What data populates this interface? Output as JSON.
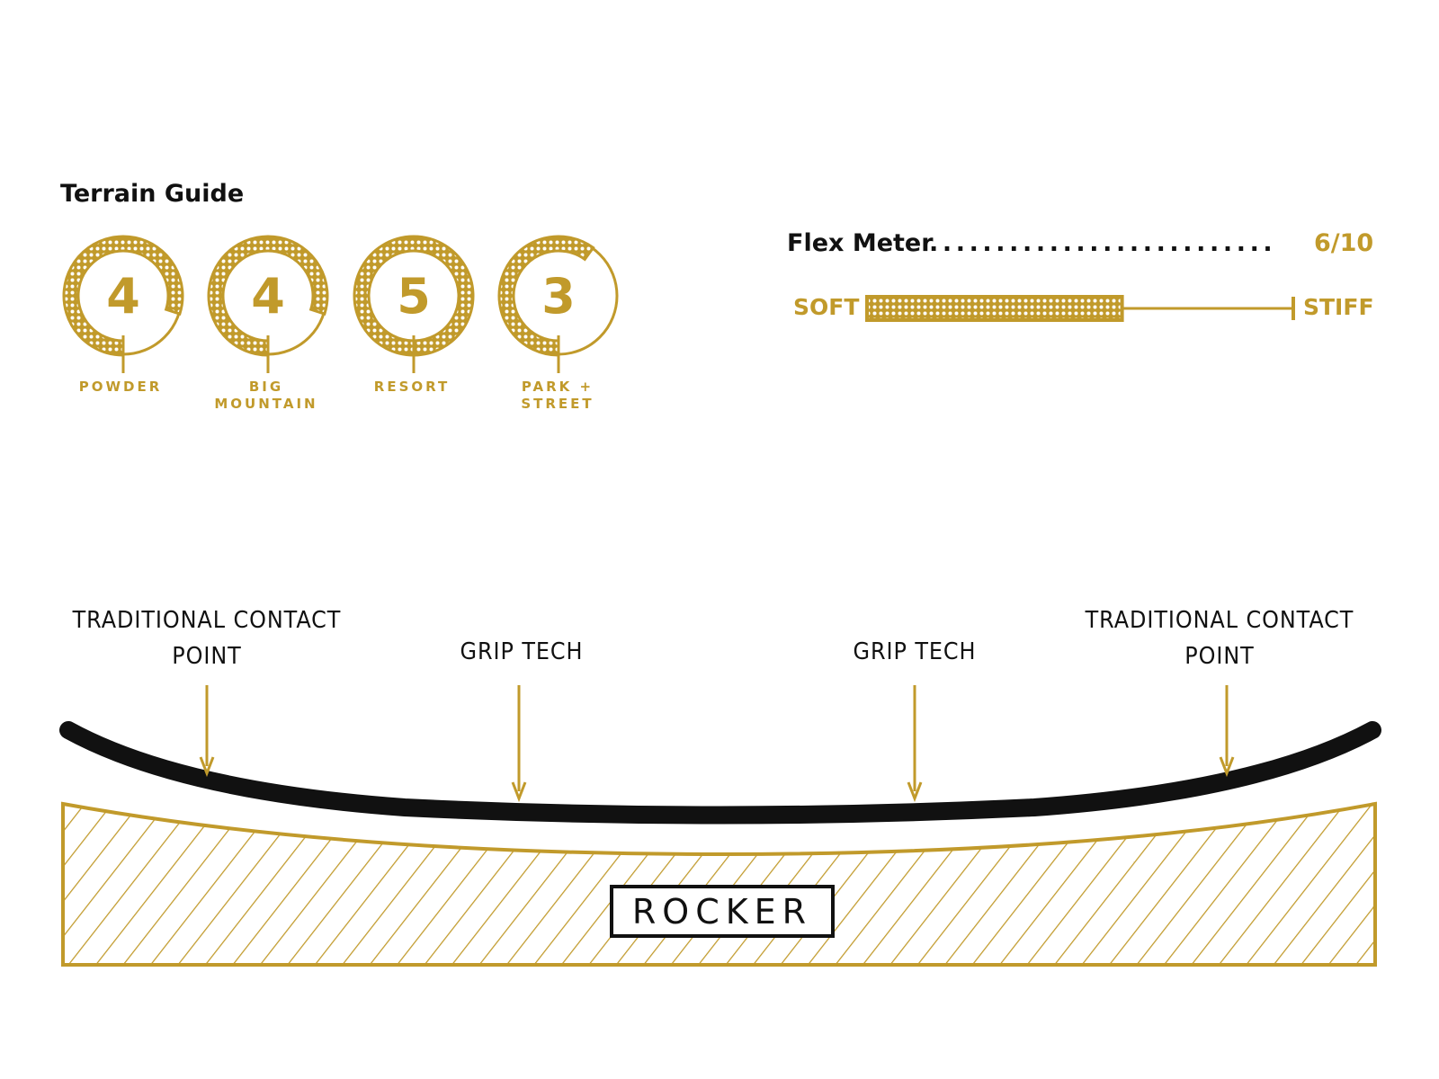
{
  "terrain_guide": {
    "title": "Terrain Guide",
    "items": [
      {
        "value": 4,
        "max": 5,
        "label_lines": [
          "POWDER"
        ]
      },
      {
        "value": 4,
        "max": 5,
        "label_lines": [
          "BIG",
          "MOUNTAIN"
        ]
      },
      {
        "value": 5,
        "max": 5,
        "label_lines": [
          "RESORT"
        ]
      },
      {
        "value": 3,
        "max": 5,
        "label_lines": [
          "PARK +",
          "STREET"
        ]
      }
    ]
  },
  "flex_meter": {
    "title": "Flex Meter",
    "dots": "..........................",
    "rating_text": "6/10",
    "value": 6,
    "max": 10,
    "soft_label": "SOFT",
    "stiff_label": "STIFF"
  },
  "profile": {
    "name": "ROCKER",
    "labels": [
      {
        "lines": [
          "TRADITIONAL CONTACT",
          "POINT"
        ]
      },
      {
        "lines": [
          "GRIP TECH"
        ]
      },
      {
        "lines": [
          "GRIP TECH"
        ]
      },
      {
        "lines": [
          "TRADITIONAL CONTACT",
          "POINT"
        ]
      }
    ]
  },
  "colors": {
    "gold": "#c19a2b",
    "black": "#111111",
    "background": "#ffffff"
  }
}
